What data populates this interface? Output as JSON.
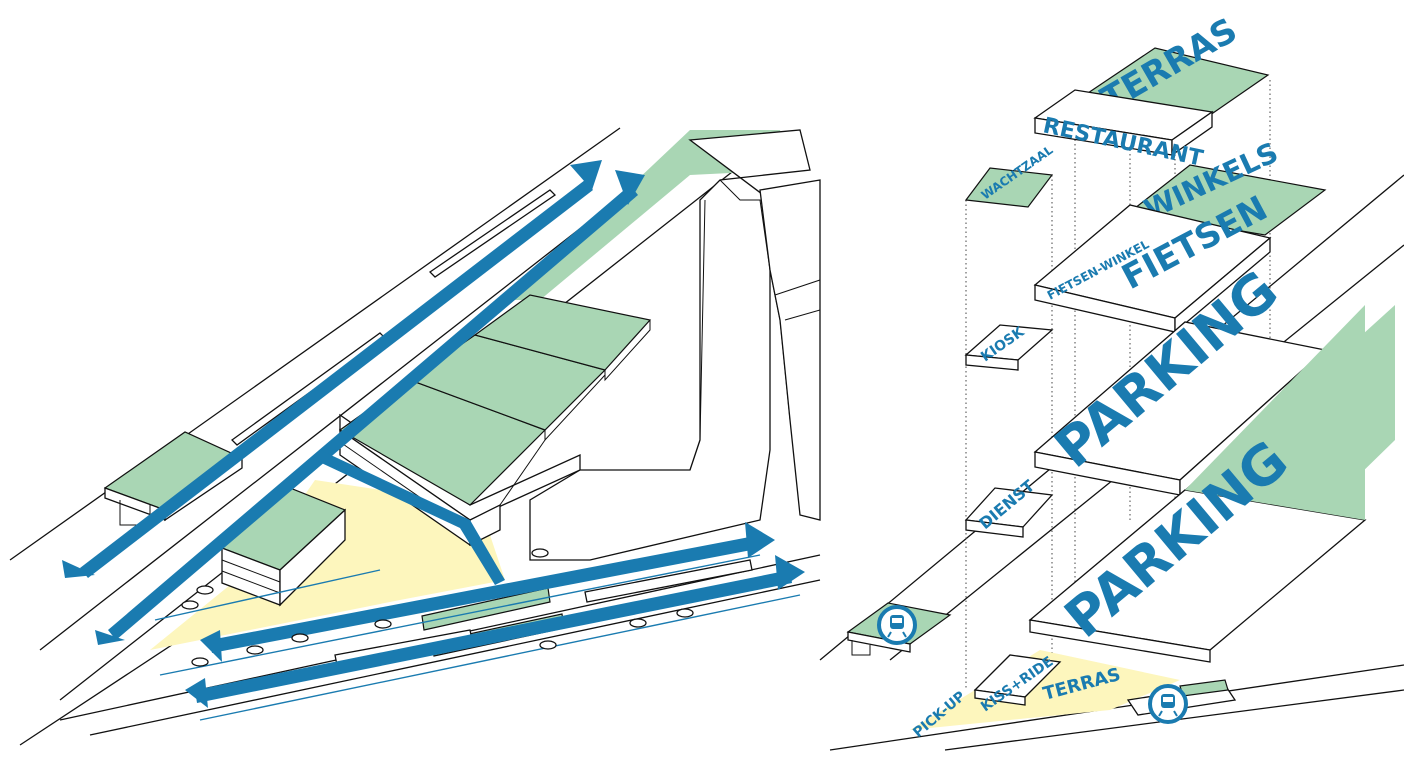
{
  "labels": {
    "terras_top": "TERRAS",
    "restaurant": "RESTAURANT",
    "winkels": "WINKELS",
    "wachtzaal": "WACHTZAAL",
    "fietsen": "FIETSEN",
    "fietsenwinkel": "FIETSEN-WINKEL",
    "parking_upper": "PARKING",
    "parking_lower": "PARKING",
    "kiosk": "KIOSK",
    "dienst": "DIENST",
    "kiss_ride": "KISS+RIDE",
    "terras_ground": "TERRAS",
    "pick_up": "PICK-UP"
  },
  "icons": {
    "train_station_left": "train-icon",
    "train_station_right": "train-icon"
  },
  "colors": {
    "accent_blue": "#1a7bb0",
    "roof_green": "#a9d6b4",
    "plaza_yellow": "#fdf6bd"
  }
}
